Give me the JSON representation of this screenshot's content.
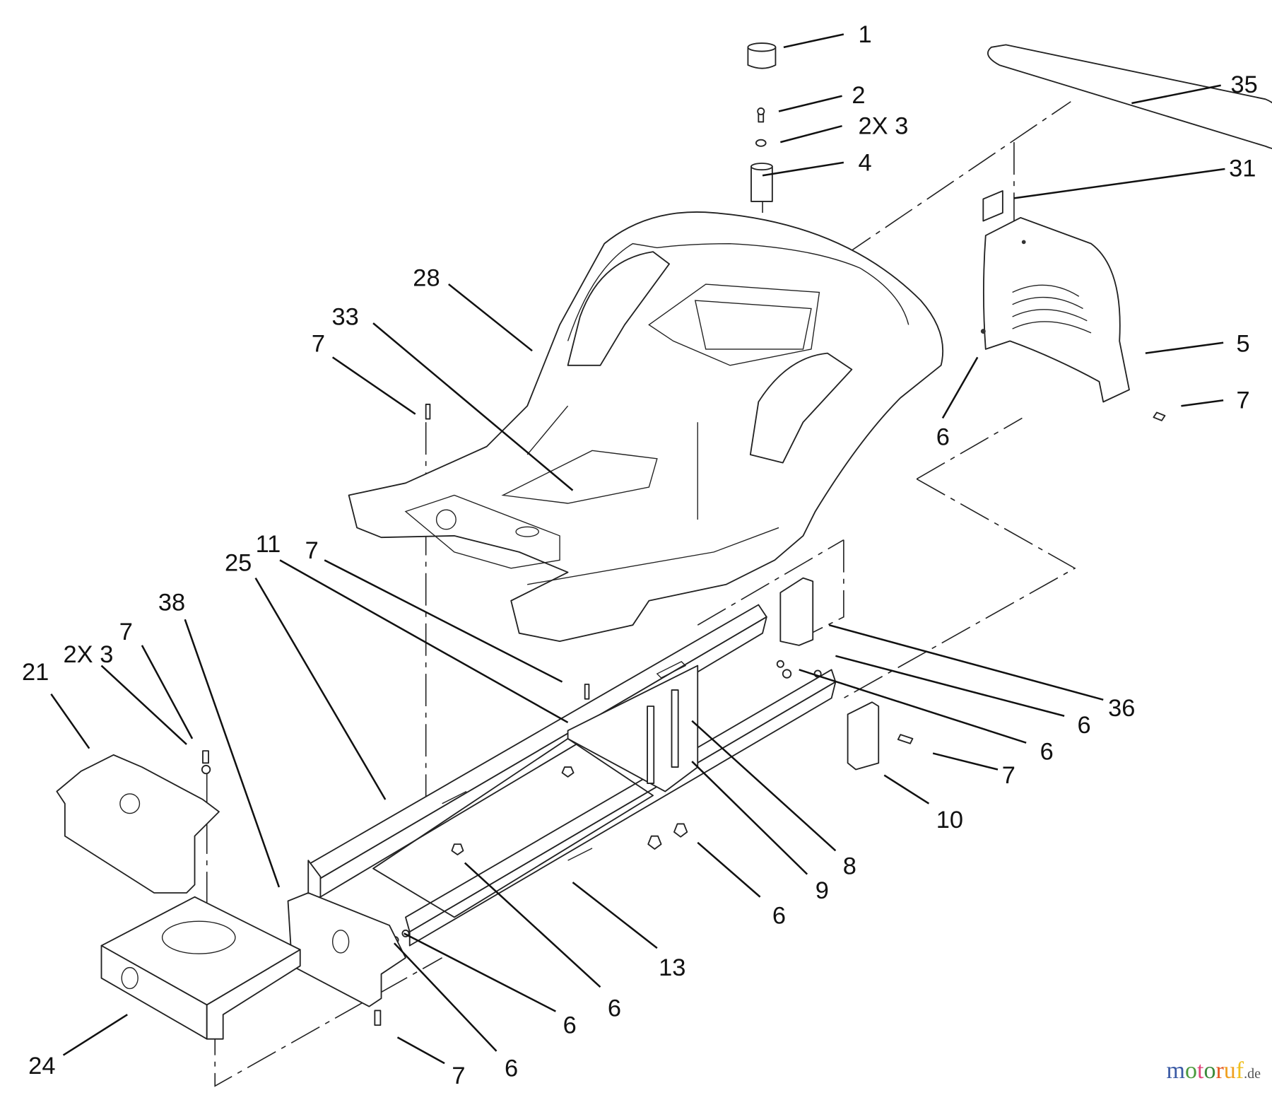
{
  "diagram": {
    "callouts": [
      {
        "id": "c1",
        "text": "1"
      },
      {
        "id": "c2",
        "text": "2"
      },
      {
        "id": "c3",
        "text": "2X 3"
      },
      {
        "id": "c4",
        "text": "4"
      },
      {
        "id": "c35",
        "text": "35"
      },
      {
        "id": "c31",
        "text": "31"
      },
      {
        "id": "c28",
        "text": "28"
      },
      {
        "id": "c33",
        "text": "33"
      },
      {
        "id": "c7a",
        "text": "7"
      },
      {
        "id": "c5",
        "text": "5"
      },
      {
        "id": "c7b",
        "text": "7"
      },
      {
        "id": "c6a",
        "text": "6"
      },
      {
        "id": "c11",
        "text": "11"
      },
      {
        "id": "c25",
        "text": "25"
      },
      {
        "id": "c7c",
        "text": "7"
      },
      {
        "id": "c38",
        "text": "38"
      },
      {
        "id": "c7d",
        "text": "7"
      },
      {
        "id": "c3b",
        "text": "2X 3"
      },
      {
        "id": "c21",
        "text": "21"
      },
      {
        "id": "c36",
        "text": "36"
      },
      {
        "id": "c6b",
        "text": "6"
      },
      {
        "id": "c6c",
        "text": "6"
      },
      {
        "id": "c7e",
        "text": "7"
      },
      {
        "id": "c10",
        "text": "10"
      },
      {
        "id": "c8",
        "text": "8"
      },
      {
        "id": "c9",
        "text": "9"
      },
      {
        "id": "c6d",
        "text": "6"
      },
      {
        "id": "c13",
        "text": "13"
      },
      {
        "id": "c6e",
        "text": "6"
      },
      {
        "id": "c6f",
        "text": "6"
      },
      {
        "id": "c6g",
        "text": "6"
      },
      {
        "id": "c7f",
        "text": "7"
      },
      {
        "id": "c24",
        "text": "24"
      }
    ]
  },
  "watermark": {
    "letters": [
      "m",
      "o",
      "t",
      "o",
      "r",
      "u",
      "f"
    ],
    "colors": [
      "#3b5ba5",
      "#4a9a3c",
      "#e0457b",
      "#3a8a3a",
      "#e55a1f",
      "#f0a020",
      "#f0c020"
    ],
    "suffix": ".de"
  }
}
